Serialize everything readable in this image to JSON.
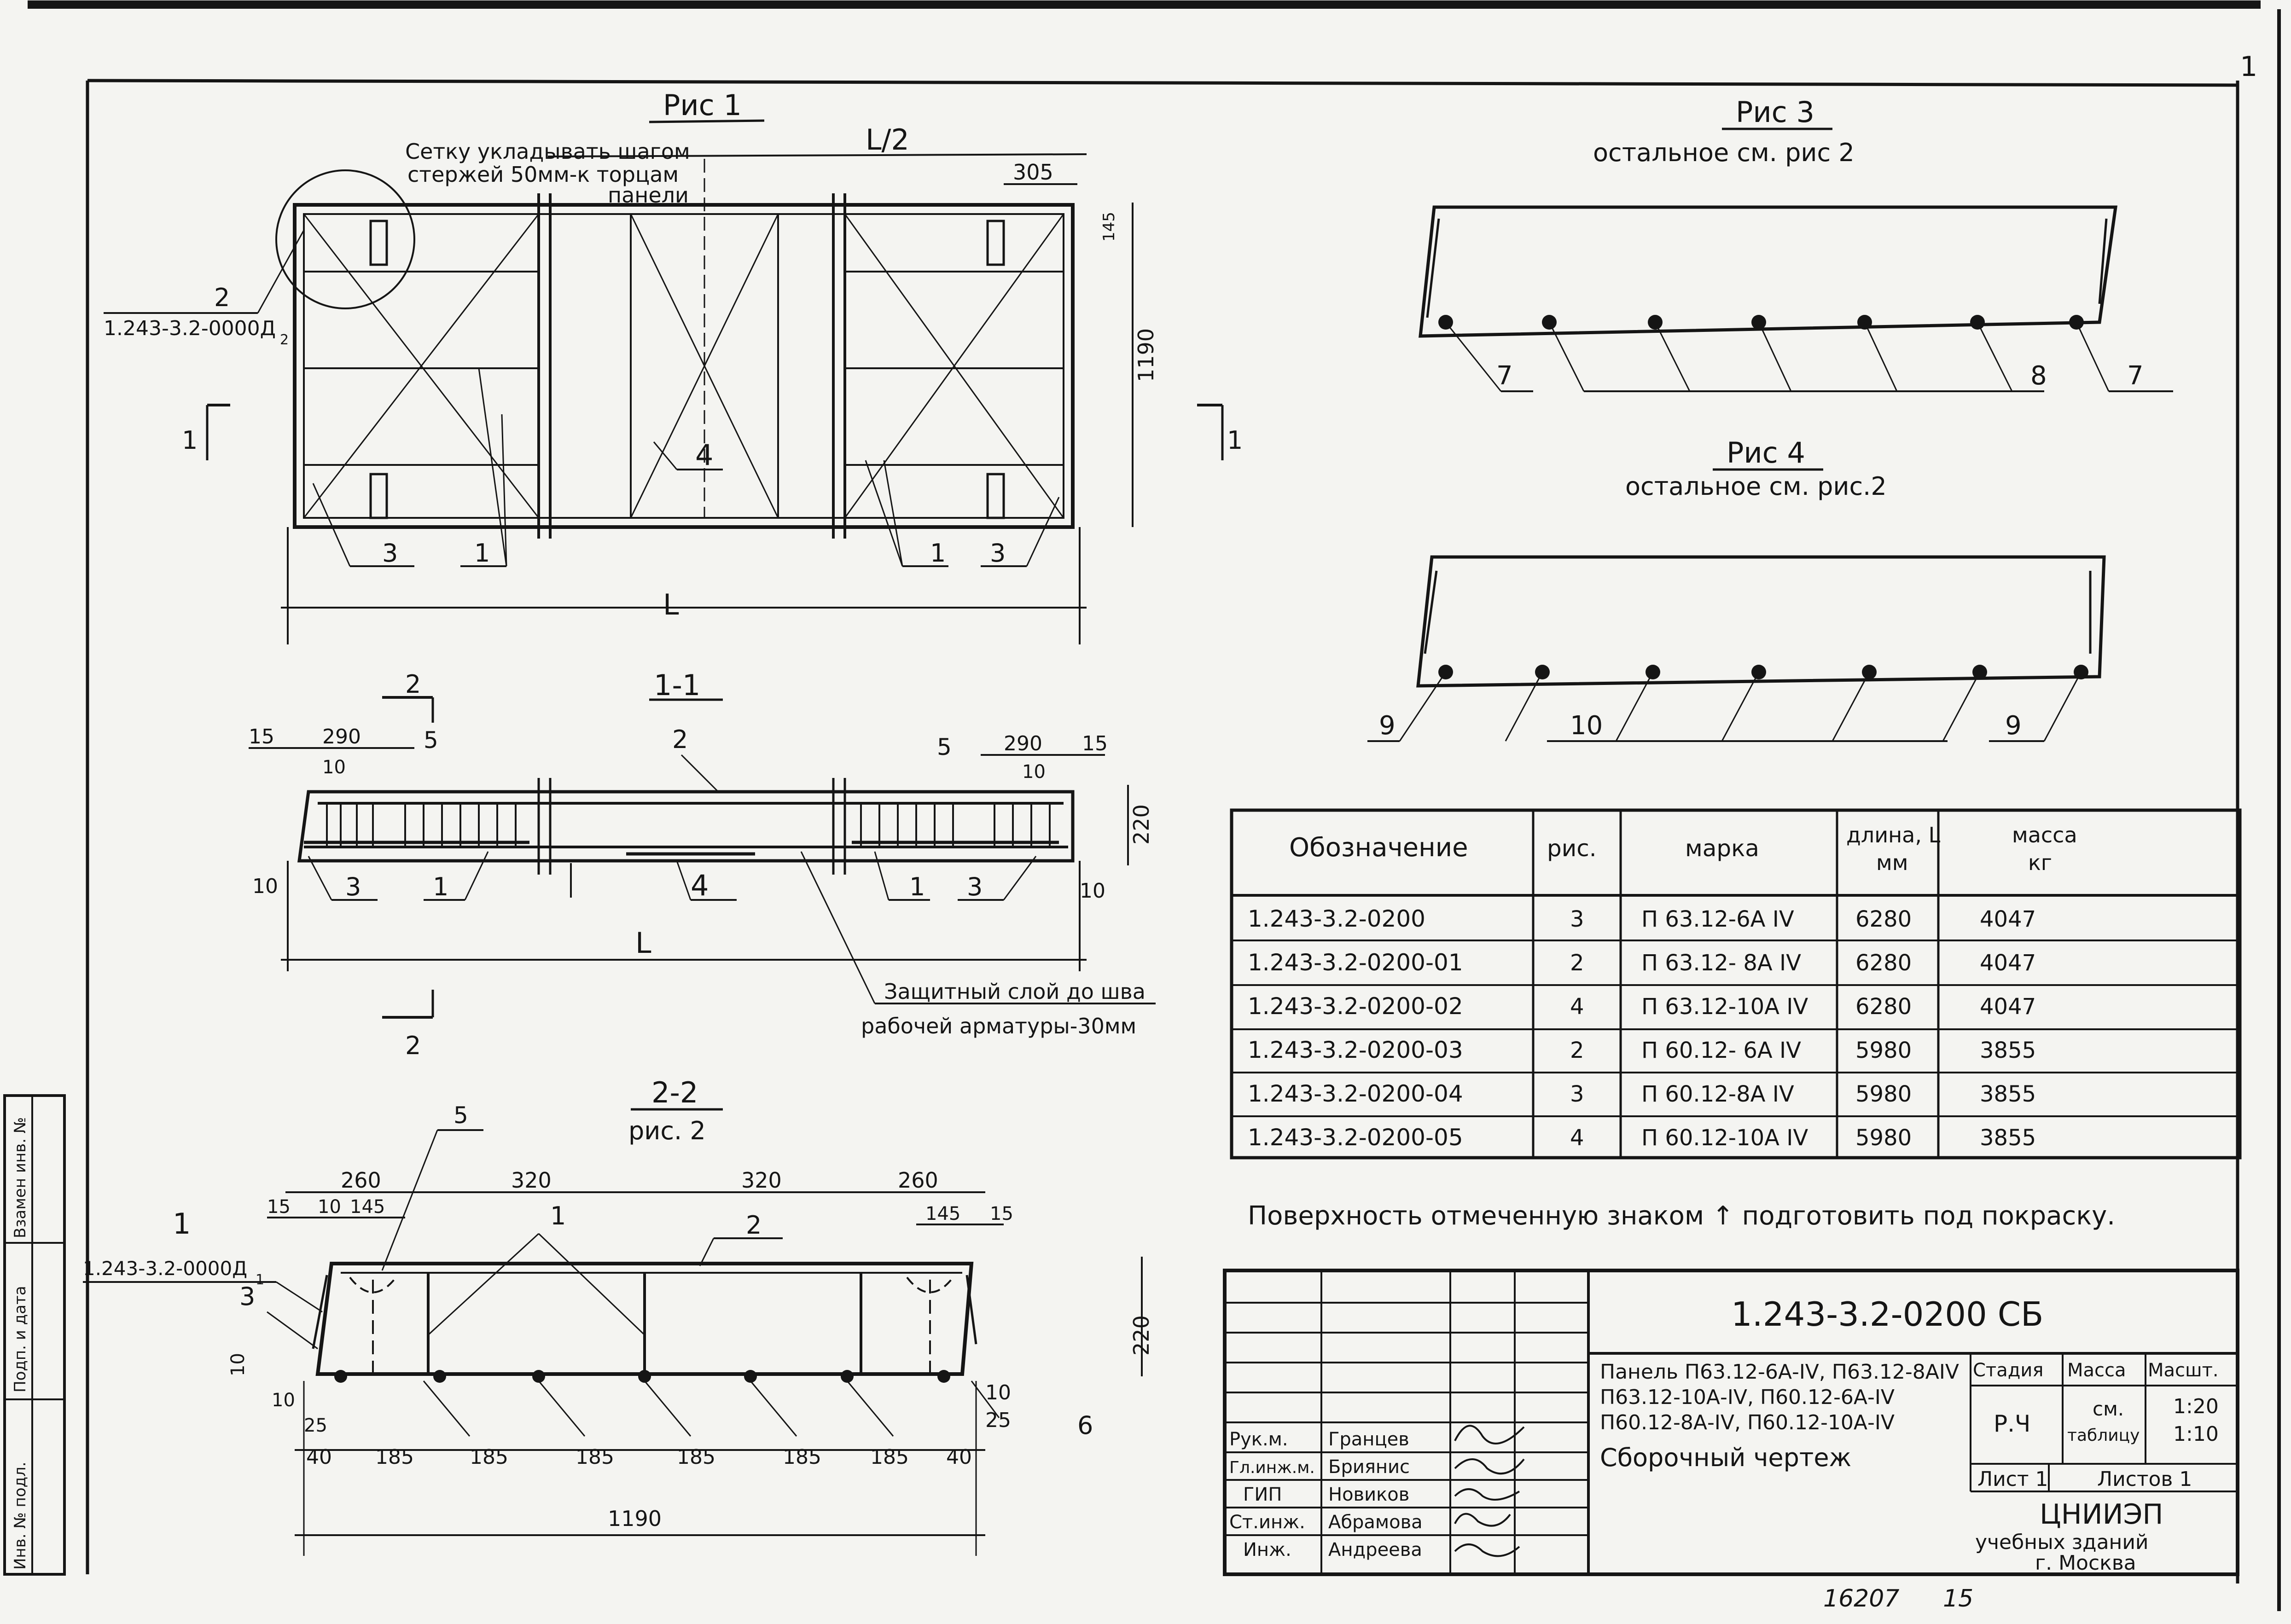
{
  "sheet_corner_number": "1",
  "fig1": {
    "title": "Рис 1",
    "note_line1": "Сетку укладывать шагом",
    "note_line2": "стержей 50мм-к торцам",
    "note_line3": "панели",
    "half_length": "L/2",
    "dim_305": "305",
    "dim_145": "145",
    "dim_1190": "1190",
    "callout_2": "2",
    "ref_doc": "1.243-3.2-0000Д",
    "ref_sub": "2",
    "cut_mark_left": "1",
    "cut_mark_right": "1",
    "pos_3a": "3",
    "pos_1a": "1",
    "pos_4": "4",
    "pos_1b": "1",
    "pos_3b": "3",
    "length": "L"
  },
  "sec11": {
    "title": "1-1",
    "cut2_top": "2",
    "cut2_bottom": "2",
    "d15a": "15",
    "d290a": "290",
    "d10a": "10",
    "pos_5a": "5",
    "pos_2": "2",
    "pos_5b": "5",
    "d290b": "290",
    "d15b": "15",
    "d10b": "10",
    "d220": "220",
    "d10c": "10",
    "pos_3a": "3",
    "pos_1a": "1",
    "pos_4": "4",
    "pos_1b": "1",
    "pos_3b": "3",
    "d10d": "10",
    "length": "L",
    "note_line1": "Защитный слой до шва",
    "note_line2": "рабочей арматуры-30мм"
  },
  "sec22": {
    "title": "2-2",
    "subtitle": "рис. 2",
    "pos_5": "5",
    "d260a": "260",
    "d320a": "320",
    "d320b": "320",
    "d260b": "260",
    "d15a": "15",
    "d10a": "10",
    "d145a": "145",
    "d145b": "145",
    "d15b": "15",
    "pos_1": "1",
    "pos_2": "2",
    "cut_1": "1",
    "ref_doc": "1.243-3.2-0000Д",
    "ref_sub": "1",
    "pos_3": "3",
    "d10b": "10",
    "d10c": "10",
    "d10d": "10",
    "d25a": "25",
    "d25b": "25",
    "d220": "220",
    "pos_6": "6",
    "bottom_dims": [
      "40",
      "185",
      "185",
      "185",
      "185",
      "185",
      "185",
      "40"
    ],
    "d1190": "1190"
  },
  "fig3": {
    "title": "Рис 3",
    "subtitle": "остальное  см. рис 2",
    "pos_7a": "7",
    "pos_8": "8",
    "pos_7b": "7"
  },
  "fig4": {
    "title": "Рис 4",
    "subtitle": "остальное см. рис.2",
    "pos_9a": "9",
    "pos_10": "10",
    "pos_9b": "9"
  },
  "spec_table": {
    "headers": [
      "Обозначение",
      "рис.",
      "марка",
      "длина, L",
      "масса"
    ],
    "header_units": [
      "",
      "",
      "",
      "мм",
      "кг"
    ],
    "rows": [
      [
        "1.243-3.2-0200",
        "3",
        "П 63.12-6А IV",
        "6280",
        "4047"
      ],
      [
        "1.243-3.2-0200-01",
        "2",
        "П 63.12- 8А IV",
        "6280",
        "4047"
      ],
      [
        "1.243-3.2-0200-02",
        "4",
        "П 63.12-10А IV",
        "6280",
        "4047"
      ],
      [
        "1.243-3.2-0200-03",
        "2",
        "П 60.12- 6А IV",
        "5980",
        "3855"
      ],
      [
        "1.243-3.2-0200-04",
        "3",
        "П 60.12-8А IV",
        "5980",
        "3855"
      ],
      [
        "1.243-3.2-0200-05",
        "4",
        "П 60.12-10А IV",
        "5980",
        "3855"
      ]
    ]
  },
  "surface_note": "Поверхность отмеченную знаком ↑ подготовить под покраску.",
  "title_block": {
    "doc_code": "1.243-3.2-0200 СБ",
    "name_lines": [
      "Панель П63.12-6А-IV, П63.12-8АIV",
      "П63.12-10А-IV, П60.12-6А-IV",
      "П60.12-8А-IV, П60.12-10А-IV",
      "Сборочный   чертеж"
    ],
    "stage_label": "Стадия",
    "mass_label": "Масса",
    "scale_label": "Масшт.",
    "stage": "Р.Ч",
    "mass_line1": "см.",
    "mass_line2": "таблицу",
    "scale1": "1:20",
    "scale2": "1:10",
    "sheet_label": "Лист 1",
    "sheets_label": "Листов 1",
    "org_line1": "ЦНИИЭП",
    "org_line2": "учебных зданий",
    "org_line3": "г. Москва",
    "roles": [
      {
        "role": "Рук.м.",
        "name": "Гранцев"
      },
      {
        "role": "Гл.инж.м.",
        "name": "Бриянис"
      },
      {
        "role": "ГИП",
        "name": "Новиков"
      },
      {
        "role": "Ст.инж.",
        "name": "Абрамова"
      },
      {
        "role": "Инж.",
        "name": "Андреева"
      }
    ]
  },
  "side_stamp": [
    "Инв. № подл.",
    "Подп. и дата",
    "Взамен инв. №"
  ],
  "bottom_numbers": {
    "left": "16207",
    "right": "15"
  }
}
